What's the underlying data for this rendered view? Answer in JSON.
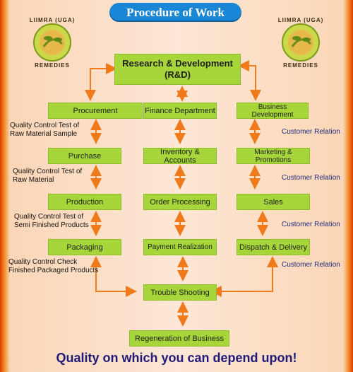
{
  "title": "Procedure of Work",
  "tagline": "Quality on which you can depend upon!",
  "logo": {
    "name": "LIIMRA (UGA)",
    "sub": "REMEDIES"
  },
  "boxes": {
    "rd": "Research & Development\n(R&D)",
    "procurement": "Procurement",
    "finance": "Finance Department",
    "business_dev": "Business Development",
    "purchase": "Purchase",
    "inventory": "Inventory & Accounts",
    "marketing": "Marketing & Promotions",
    "production": "Production",
    "order": "Order Processing",
    "sales": "Sales",
    "packaging": "Packaging",
    "payment": "Payment Realization",
    "dispatch": "Dispatch & Delivery",
    "trouble": "Trouble Shooting",
    "regeneration": "Regeneration of Business"
  },
  "notes": {
    "qc1": "Quality Control Test of\nRaw Material Sample",
    "qc2": "Quality Control Test of\nRaw Material",
    "qc3": "Quality Control Test of\nSemi Finished Products",
    "qc4": "Quality Control  Check\nFinished Packaged Products"
  },
  "relation": "Customer Relation",
  "colors": {
    "box": "#a6d63a",
    "arrow": "#f07a1a",
    "title_bg": "#1a86d6",
    "tagline": "#1f1a7a"
  }
}
